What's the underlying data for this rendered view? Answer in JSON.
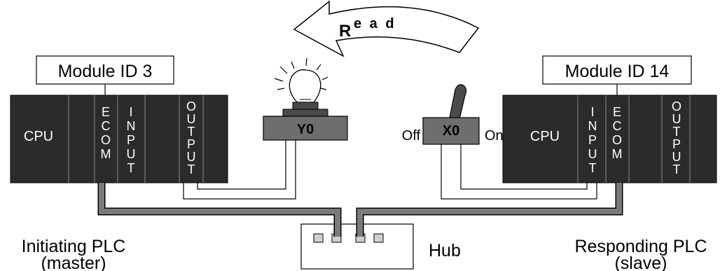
{
  "read_arrow": {
    "first_letter": "R",
    "rest_letters": "e a d"
  },
  "master": {
    "module_id_label": "Module ID 3",
    "cpu_label": "CPU",
    "slot_ecom": [
      "E",
      "C",
      "O",
      "M"
    ],
    "slot_input": [
      "I",
      "N",
      "P",
      "U",
      "T"
    ],
    "slot_output": [
      "O",
      "U",
      "T",
      "P",
      "U",
      "T"
    ],
    "caption_line1": "Initiating PLC",
    "caption_line2": "(master)"
  },
  "slave": {
    "module_id_label": "Module ID 14",
    "cpu_label": "CPU",
    "slot_input": [
      "I",
      "N",
      "P",
      "U",
      "T"
    ],
    "slot_ecom": [
      "E",
      "C",
      "O",
      "M"
    ],
    "slot_output": [
      "O",
      "U",
      "T",
      "P",
      "U",
      "T"
    ],
    "caption_line1": "Responding PLC",
    "caption_line2": "(slave)"
  },
  "lamp": {
    "label": "Y0"
  },
  "switch": {
    "label": "X0",
    "off_label": "Off",
    "on_label": "On"
  },
  "hub": {
    "label": "Hub"
  },
  "colors": {
    "module_body": "#2b2b2b",
    "box_fill": "#6e6e6e",
    "cable_fill": "#7a7a7a"
  }
}
